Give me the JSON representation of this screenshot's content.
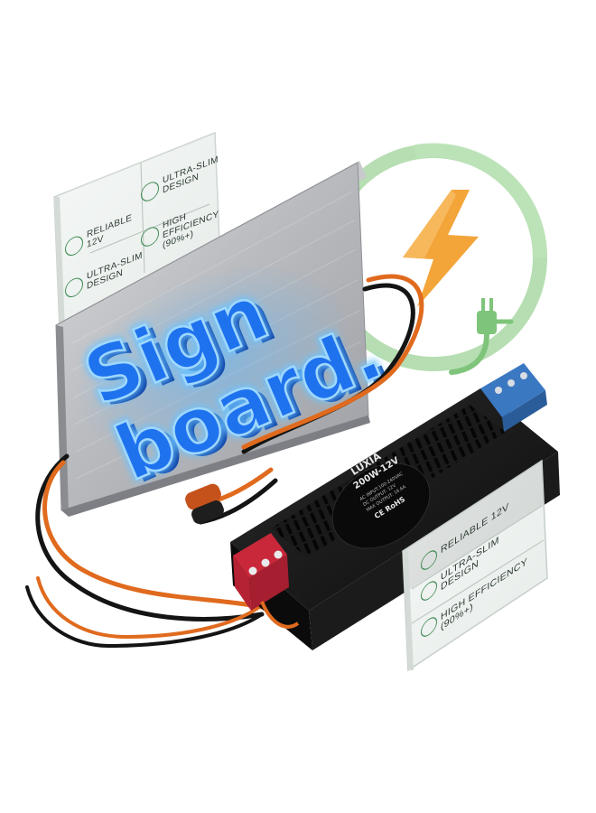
{
  "signboard": {
    "line1": "Sign",
    "line2": "board."
  },
  "card_back": {
    "features": [
      {
        "label": "RELIABLE\n12V",
        "icon": "shield-icon"
      },
      {
        "label": "ULTRA-SLIM\nDESIGN",
        "icon": "slim-box-icon"
      },
      {
        "label": "ULTRA-SLIM\nDESIGN",
        "icon": "arrows-icon"
      },
      {
        "label": "HIGH\nEFFICIENCY\n(90%+)",
        "icon": "efficiency-icon"
      }
    ]
  },
  "card_front": {
    "features": [
      {
        "label": "RELIABLE 12V",
        "icon": "shield-icon"
      },
      {
        "label": "ULTRA-SLIM\nDESIGN",
        "icon": "arrows-icon"
      },
      {
        "label": "HIGH EFFICIENCY (90%+)",
        "icon": "efficiency-icon"
      }
    ]
  },
  "power_supply": {
    "brand": "LUXIA",
    "model": "200W-12V",
    "spec_lines": [
      "AC INPUT:100-240VAC",
      "DC OUTPUT: 12V",
      "MAX OUTPUT: 16.6A"
    ],
    "cert": "CE RoHS"
  },
  "colors": {
    "sign_blue": "#1f6fe8",
    "sign_glow": "#3aa0ff",
    "ring_green": "#9fd39b",
    "bolt_orange": "#f2a23a",
    "wire_orange": "#e06a1e",
    "terminal_red": "#c8283a",
    "terminal_blue": "#3b78c2",
    "psu_black": "#141414",
    "icon_green": "#3f8a55"
  }
}
